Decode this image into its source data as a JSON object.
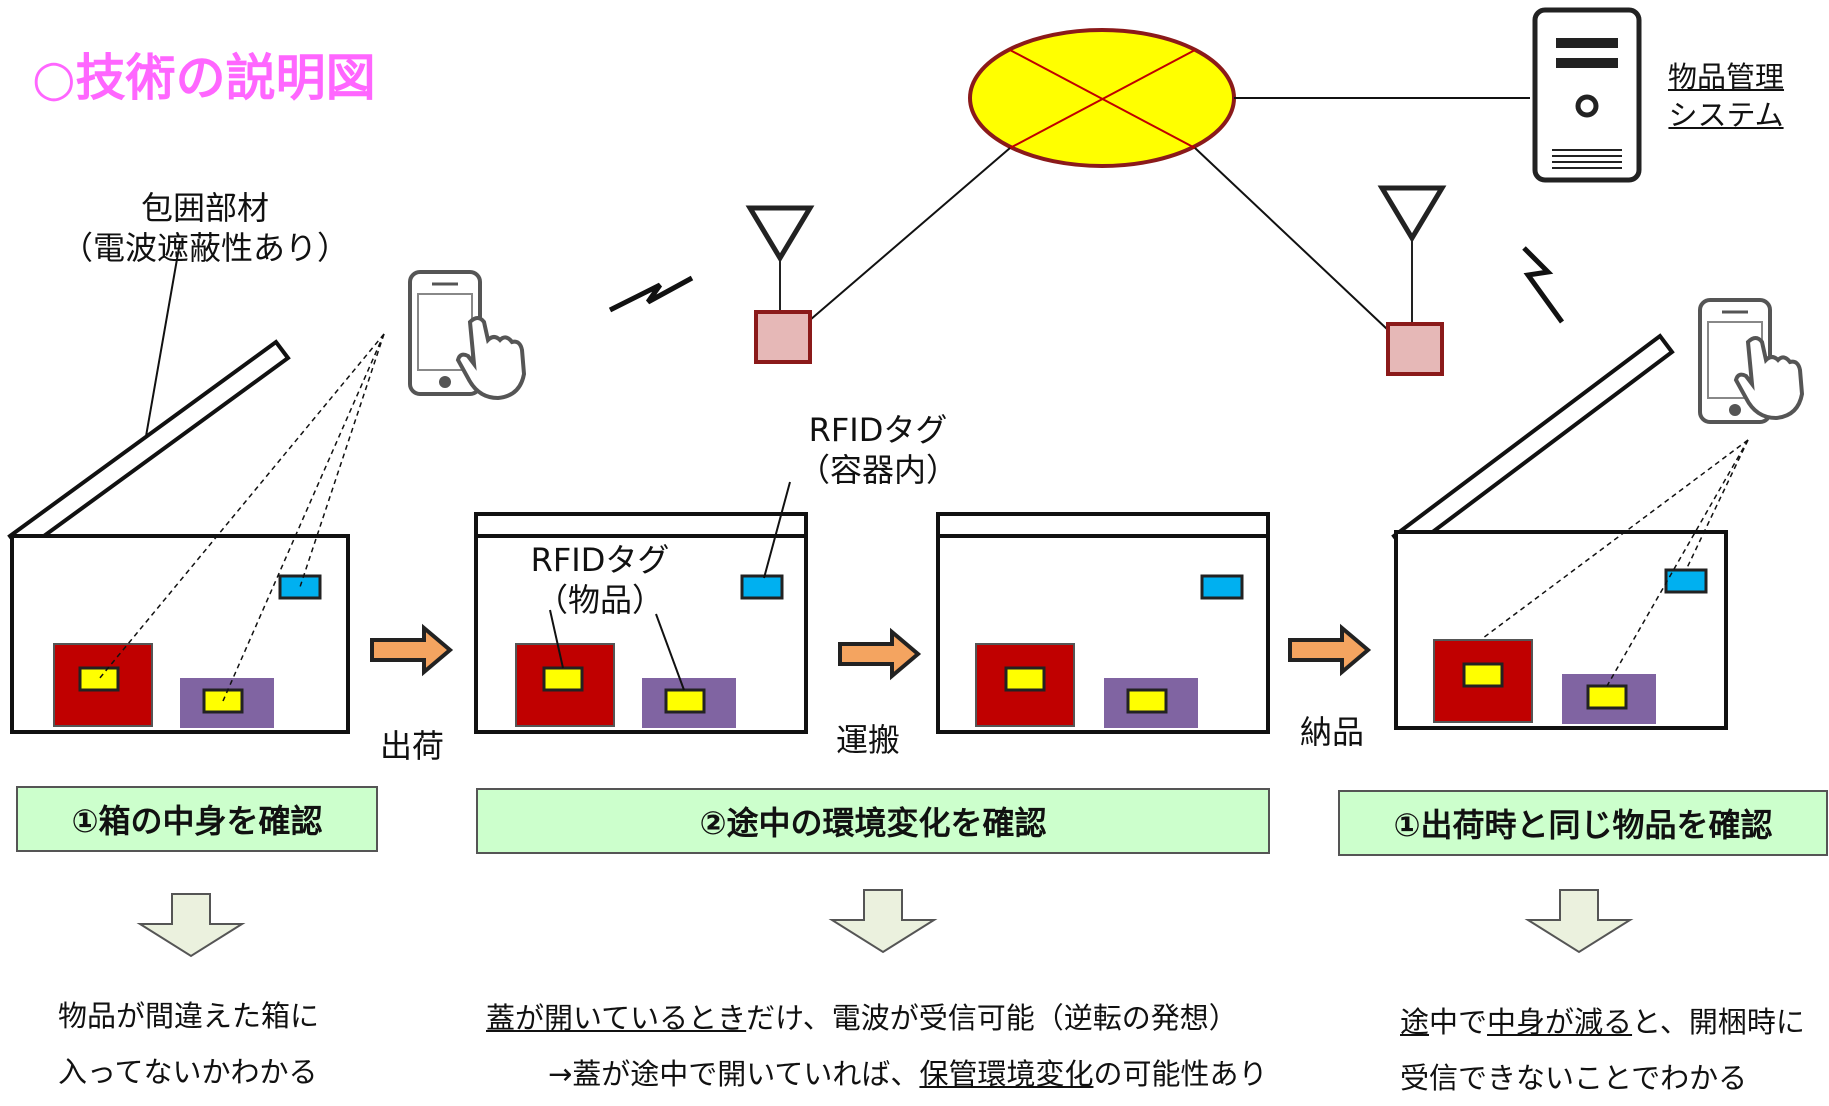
{
  "title": "○技術の説明図",
  "labels": {
    "wrapping_material": "包囲部材",
    "wrapping_material_note": "（電波遮蔽性あり）",
    "rfid_container": "RFIDタグ",
    "rfid_container_note": "（容器内）",
    "rfid_item": "RFIDタグ",
    "rfid_item_note": "（物品）",
    "system_line1": "物品管理",
    "system_line2": "システム",
    "shipping": "出荷",
    "transport": "運搬",
    "delivery": "納品"
  },
  "steps": [
    {
      "label": "①箱の中身を確認"
    },
    {
      "label": "②途中の環境変化を確認"
    },
    {
      "label": "①出荷時と同じ物品を確認"
    }
  ],
  "results": {
    "left": {
      "line1": "物品が間違えた箱に",
      "line2": "入ってないかわかる"
    },
    "middle": {
      "l1_u1": "蓋が開いているとき",
      "l1_t1": "だけ、電波が受信可能（逆転の発想）",
      "l2_t1": "→蓋が途中で開いていれば、",
      "l2_u1": "保管環境変化",
      "l2_t2": "の可能性あり"
    },
    "right": {
      "l1_u1": "途",
      "l1_t1": "中で",
      "l1_u2": "中身が減る",
      "l1_t2": "と、開梱時に",
      "line2": "受信できないことでわかる"
    }
  },
  "colors": {
    "title": "#ff66ff",
    "step_bg": "#ccffcc",
    "item_red": "#c00000",
    "item_purple": "#8064a2",
    "tag_yellow": "#ffff00",
    "tag_blue": "#00b0f0",
    "network": "#ffff00",
    "network_border": "#8b1a1a",
    "reader": "#e6b8b7",
    "arrow": "#f4a460",
    "down_arrow": "#ebf1de"
  },
  "icons": [
    "network-cloud-icon",
    "server-icon",
    "smartphone-icon",
    "antenna-icon",
    "wireless-signal-icon",
    "arrow-right-icon",
    "arrow-down-icon"
  ]
}
